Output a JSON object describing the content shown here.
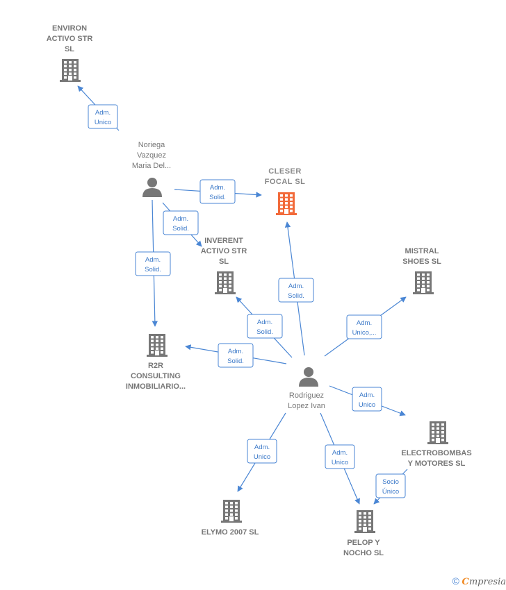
{
  "colors": {
    "accent": "#4a86d4",
    "focus_company": "#f26a3a",
    "company": "#777777",
    "person": "#777777"
  },
  "nodes": [
    {
      "id": "environ",
      "kind": "company",
      "lines": [
        "ENVIRON",
        "ACTIVO STR",
        "SL"
      ]
    },
    {
      "id": "noriega",
      "kind": "person",
      "lines": [
        "Noriega",
        "Vazquez",
        "Maria Del..."
      ]
    },
    {
      "id": "cleser",
      "kind": "company-focus",
      "lines": [
        "CLESER",
        "FOCAL  SL"
      ]
    },
    {
      "id": "inverent",
      "kind": "company",
      "lines": [
        "INVERENT",
        "ACTIVO STR",
        "SL"
      ]
    },
    {
      "id": "mistral",
      "kind": "company",
      "lines": [
        "MISTRAL",
        "SHOES SL"
      ]
    },
    {
      "id": "r2r",
      "kind": "company",
      "lines": [
        "R2R",
        "CONSULTING",
        "INMOBILIARIO..."
      ]
    },
    {
      "id": "rodriguez",
      "kind": "person",
      "lines": [
        "Rodriguez",
        "Lopez Ivan"
      ]
    },
    {
      "id": "electrobombas",
      "kind": "company",
      "lines": [
        "ELECTROBOMBAS",
        "Y MOTORES SL"
      ]
    },
    {
      "id": "elymo",
      "kind": "company",
      "lines": [
        "ELYMO 2007 SL"
      ]
    },
    {
      "id": "pelop",
      "kind": "company",
      "lines": [
        "PELOP Y",
        "NOCHO SL"
      ]
    }
  ],
  "edges": [
    {
      "from": "noriega",
      "to": "environ",
      "label": [
        "Adm.",
        "Unico"
      ]
    },
    {
      "from": "noriega",
      "to": "cleser",
      "label": [
        "Adm.",
        "Solid."
      ]
    },
    {
      "from": "noriega",
      "to": "inverent",
      "label": [
        "Adm.",
        "Solid."
      ]
    },
    {
      "from": "noriega",
      "to": "r2r",
      "label": [
        "Adm.",
        "Solid."
      ]
    },
    {
      "from": "rodriguez",
      "to": "cleser",
      "label": [
        "Adm.",
        "Solid."
      ]
    },
    {
      "from": "rodriguez",
      "to": "inverent",
      "label": [
        "Adm.",
        "Solid."
      ]
    },
    {
      "from": "rodriguez",
      "to": "r2r",
      "label": [
        "Adm.",
        "Solid."
      ]
    },
    {
      "from": "rodriguez",
      "to": "mistral",
      "label": [
        "Adm.",
        "Unico,..."
      ]
    },
    {
      "from": "rodriguez",
      "to": "electrobombas",
      "label": [
        "Adm.",
        "Unico"
      ]
    },
    {
      "from": "rodriguez",
      "to": "elymo",
      "label": [
        "Adm.",
        "Unico"
      ]
    },
    {
      "from": "rodriguez",
      "to": "pelop",
      "label": [
        "Adm.",
        "Unico"
      ]
    },
    {
      "from": "electrobombas",
      "to": "pelop",
      "label": [
        "Socio",
        "Único"
      ]
    }
  ],
  "footer": {
    "copyright": "©",
    "brand_initial": "C",
    "brand_rest": "mpresia"
  }
}
